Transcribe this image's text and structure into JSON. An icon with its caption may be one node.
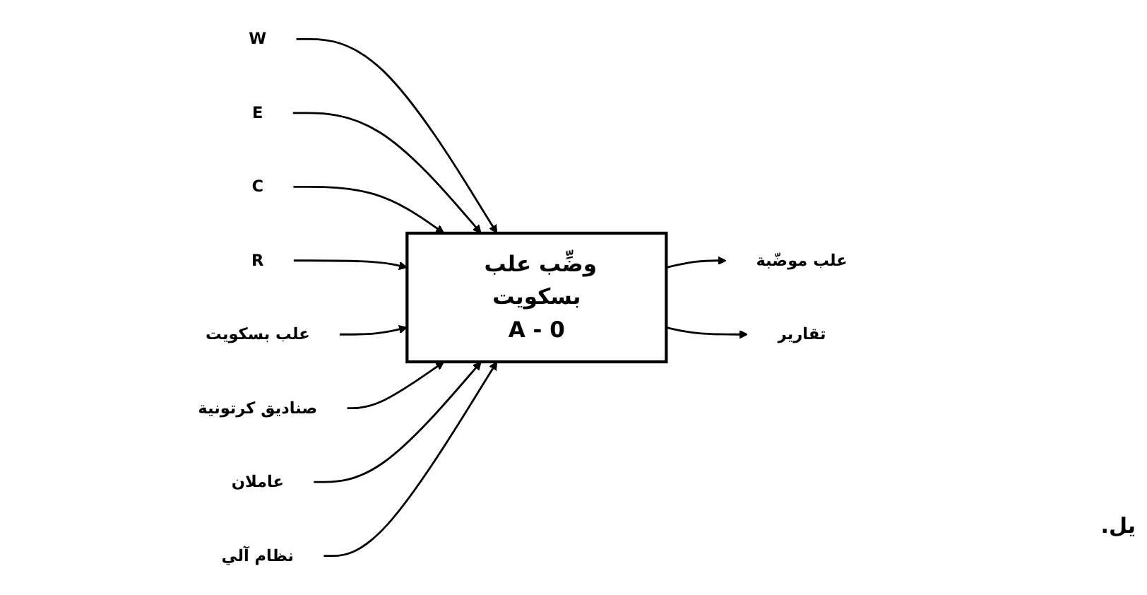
{
  "diagram": {
    "nodes": [
      {
        "text": [
          "وضِّب علب بسكويت",
          "A - 0"
        ]
      },
      {
        "text": [
          "W"
        ]
      },
      {
        "text": [
          "E"
        ]
      },
      {
        "text": [
          "C"
        ]
      },
      {
        "text": [
          "R"
        ]
      },
      {
        "text": [
          "علب بسكويت"
        ]
      },
      {
        "text": [
          "صناديق كرتونية"
        ]
      },
      {
        "text": [
          "علب موضّبة"
        ]
      },
      {
        "text": [
          "تقارير"
        ]
      },
      {
        "text": [
          "عاملان"
        ]
      },
      {
        "text": [
          "نظام آلي"
        ]
      }
    ],
    "edges": [
      {
        "from": 1,
        "to": 0,
        "arrow": "to"
      },
      {
        "from": 2,
        "to": 0,
        "arrow": "to"
      },
      {
        "from": 3,
        "to": 0,
        "arrow": "to"
      },
      {
        "from": 4,
        "to": 0,
        "arrow": "to"
      },
      {
        "from": 5,
        "to": 0,
        "arrow": "to"
      },
      {
        "from": 6,
        "to": 0,
        "arrow": "to"
      },
      {
        "from": 0,
        "to": 7,
        "arrow": "to"
      },
      {
        "from": 0,
        "to": 8,
        "arrow": "to"
      },
      {
        "from": 9,
        "to": 0,
        "arrow": "to"
      },
      {
        "from": 10,
        "to": 0,
        "arrow": "to"
      }
    ],
    "labels": [
      "يل."
    ]
  }
}
